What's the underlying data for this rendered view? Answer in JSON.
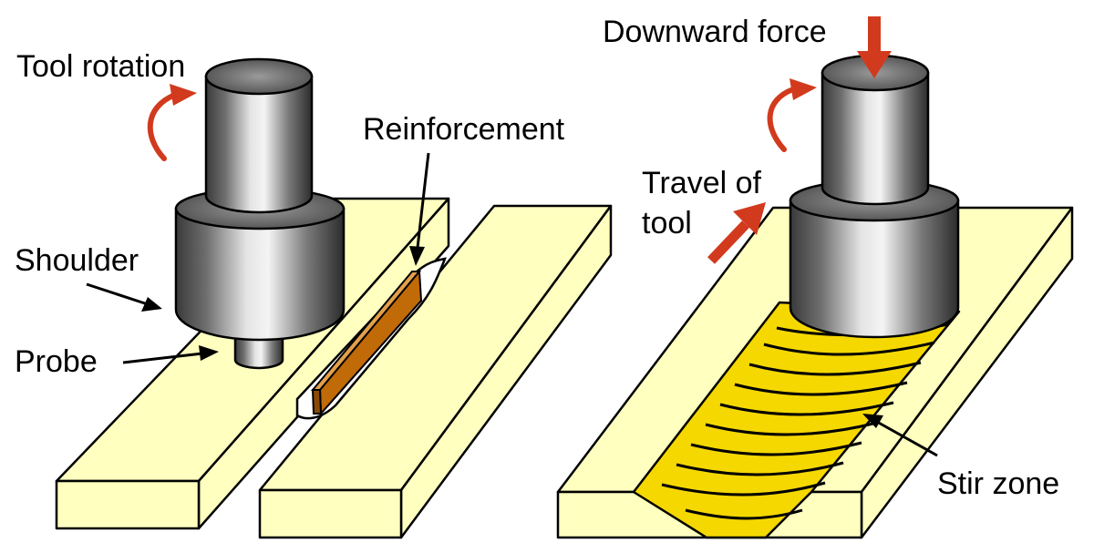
{
  "labels": {
    "tool_rotation": "Tool rotation",
    "shoulder": "Shoulder",
    "probe": "Probe",
    "reinforcement": "Reinforcement",
    "downward_force": "Downward force",
    "travel_line1": "Travel of",
    "travel_line2": "tool",
    "stir_zone": "Stir zone"
  },
  "colors": {
    "plate_fill": "#ffffc0",
    "reinforcement_fill": "#c06a08",
    "stir_zone_fill": "#f5d800",
    "arrow_red": "#d23a1e",
    "outline": "#000000"
  },
  "icons": {
    "tool": "cylindrical-tool-icon",
    "rotation": "curved-arrow-icon",
    "force": "down-arrow-icon",
    "travel": "diagonal-arrow-icon"
  }
}
